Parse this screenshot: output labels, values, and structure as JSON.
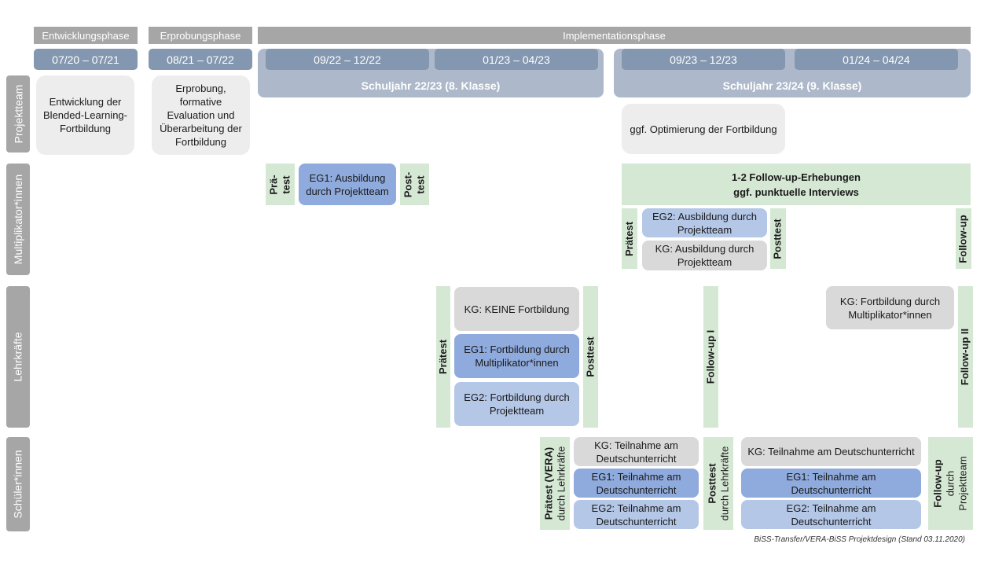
{
  "phases": {
    "entwicklung": "Entwicklungsphase",
    "erprobung": "Erprobungsphase",
    "implementation": "Implementationsphase"
  },
  "dates": {
    "d1": "07/20 – 07/21",
    "d2": "08/21 – 07/22",
    "d3": "09/22 – 12/22",
    "d4": "01/23 – 04/23",
    "d5": "09/23 – 12/23",
    "d6": "01/24 – 04/24"
  },
  "schoolyears": {
    "sy1": "Schuljahr 22/23 (8. Klasse)",
    "sy2": "Schuljahr 23/24 (9. Klasse)"
  },
  "rows": {
    "projektteam": "Projektteam",
    "multiplikator": "Multiplikator*innen",
    "lehrkraefte": "Lehrkräfte",
    "schueler": "Schüler*innen"
  },
  "projektteam": {
    "entwicklung": "Entwicklung der Blended-Learning-Fortbildung",
    "erprobung": "Erprobung, formative Evaluation und Überarbeitung der Fortbildung",
    "optimierung": "ggf. Optimierung der Fortbildung"
  },
  "multiplikator": {
    "praetest1_a": "Prä-",
    "praetest1_b": "test",
    "eg1": "EG1: Ausbildung durch Projektteam",
    "posttest1_a": "Post-",
    "posttest1_b": "test",
    "followup_line1": "1-2 Follow-up-Erhebungen",
    "followup_line2": "ggf. punktuelle Interviews",
    "praetest2": "Prätest",
    "eg2": "EG2: Ausbildung durch Projektteam",
    "kg": "KG: Ausbildung durch Projektteam",
    "posttest2": "Posttest",
    "followup": "Follow-up"
  },
  "lehrkraefte": {
    "praetest": "Prätest",
    "kg": "KG: KEINE Fortbildung",
    "eg1": "EG1: Fortbildung durch Multiplikator*innen",
    "eg2": "EG2: Fortbildung durch Projektteam",
    "posttest": "Posttest",
    "followup1": "Follow-up I",
    "kg2": "KG: Fortbildung durch Multiplikator*innen",
    "followup2": "Follow-up II"
  },
  "schueler": {
    "praetest_bold": "Prätest (VERA)",
    "praetest_sub": "durch Lehrkräfte",
    "kg1": "KG: Teilnahme am Deutschunterricht",
    "eg1_1": "EG1: Teilnahme am Deutschunterricht",
    "eg2_1": "EG2: Teilnahme am Deutschunterricht",
    "posttest_bold": "Posttest",
    "posttest_sub": "durch Lehrkräfte",
    "kg2": "KG: Teilnahme am Deutschunterricht",
    "eg1_2": "EG1: Teilnahme am Deutschunterricht",
    "eg2_2": "EG2: Teilnahme am Deutschunterricht",
    "followup_bold": "Follow-up",
    "followup_sub1": "durch",
    "followup_sub2": "Projektteam"
  },
  "footer": "BiSS-Transfer/VERA-BiSS Projektdesign (Stand 03.11.2020)",
  "colors": {
    "phase": "#a6a6a6",
    "date": "#8497b0",
    "schoolyear": "#adb9ca",
    "green": "#d5e8d4",
    "eg1": "#8faadc",
    "eg2": "#b4c7e7",
    "kg": "#d9d9d9"
  }
}
